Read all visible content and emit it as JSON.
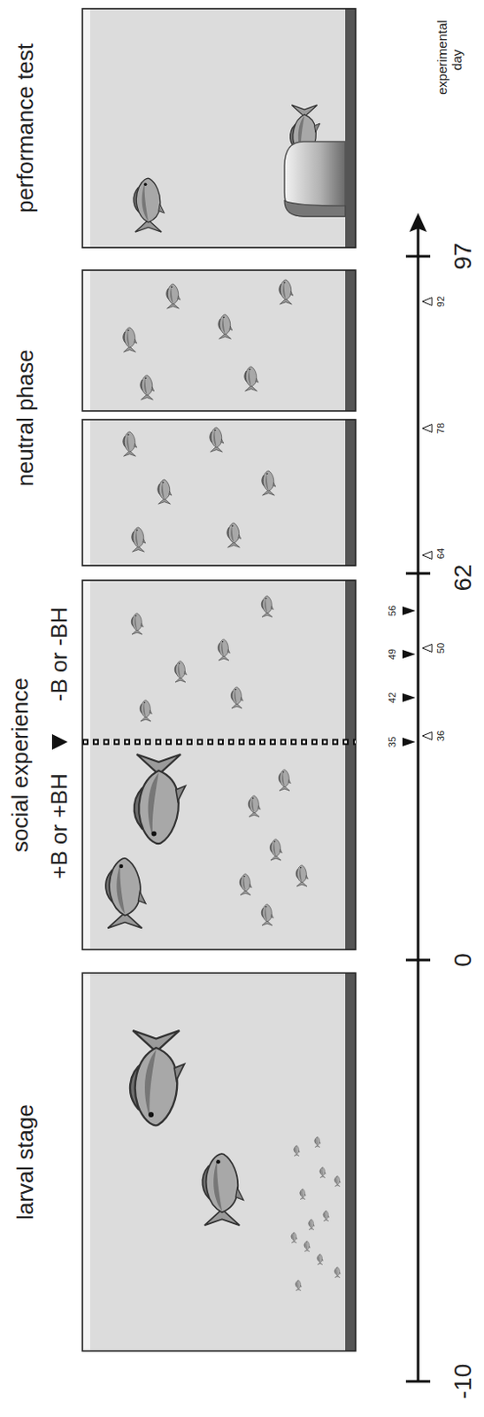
{
  "diagram": {
    "nodes": [
      {
        "text": [
          "larval stage"
        ]
      },
      {
        "text": [
          "social experience"
        ]
      },
      {
        "text": [
          "neutral phase"
        ]
      },
      {
        "text": [
          "performance test"
        ]
      }
    ],
    "labels": [
      "+B or +BH",
      "-B or -BH",
      "-10",
      "0",
      "62",
      "97",
      "35",
      "42",
      "49",
      "56",
      "36",
      "50",
      "64",
      "78",
      "92",
      "experimental day"
    ]
  }
}
